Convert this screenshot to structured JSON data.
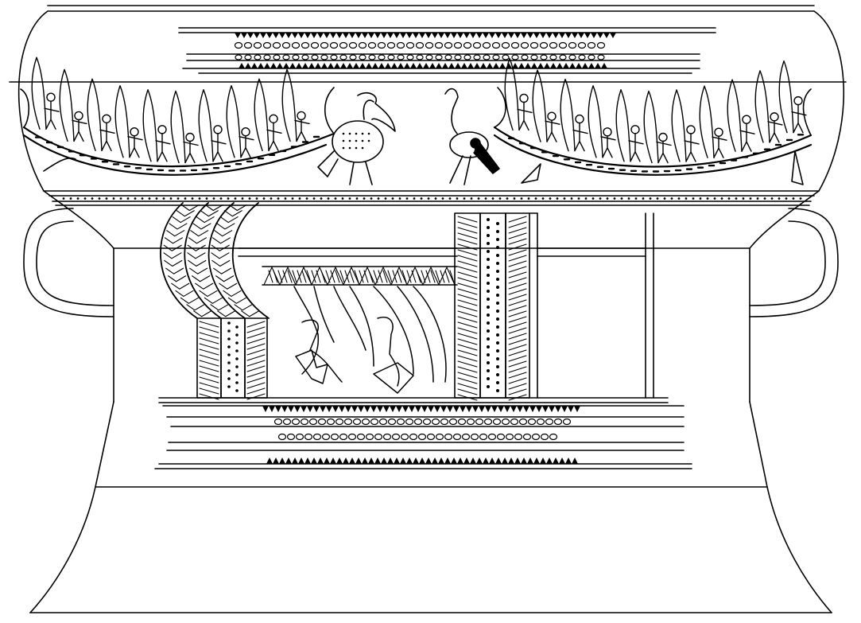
{
  "image": {
    "style": "black line drawing on white background",
    "subject": "bronze drum",
    "ink_color": "#000000",
    "paper_color": "#ffffff"
  },
  "parts": {
    "rim": "rim",
    "upper_body": "upper-body",
    "handles": "handles",
    "middle_body": "middle-body",
    "lower_body": "lower-body",
    "foot": "foot"
  },
  "decoration": {
    "top_band": "geometric-band-top",
    "boat_frieze": "boat-frieze",
    "boats": [
      "boat-left",
      "boat-right"
    ],
    "birds": [
      "bird-center-left",
      "bird-center-right",
      "bird-panel"
    ],
    "grid_panels": "grid-panels",
    "braided_cords": "braided-cords",
    "lower_band": "geometric-band-lower"
  }
}
